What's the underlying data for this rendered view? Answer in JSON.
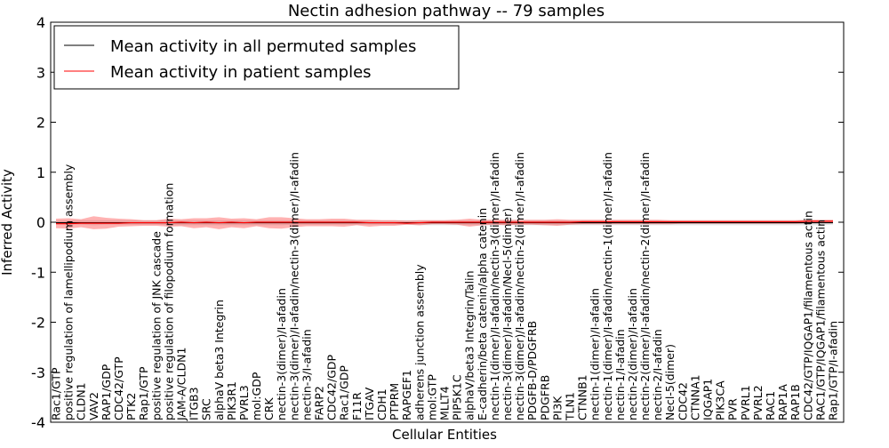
{
  "chart_data": {
    "type": "line",
    "title": "Nectin adhesion pathway -- 79 samples",
    "xlabel": "Cellular Entities",
    "ylabel": "Inferred Activity",
    "ylim": [
      -4,
      4
    ],
    "yticks": [
      "-4",
      "-3",
      "-2",
      "-1",
      "0",
      "1",
      "2",
      "3",
      "4"
    ],
    "grid": false,
    "legend_position": "top-left",
    "categories": [
      "Rac1/GTP",
      "positive regulation of lamellipodium assembly",
      "CLDN1",
      "VAV2",
      "RAP1/GDP",
      "CDC42/GTP",
      "PTK2",
      "Rap1/GTP",
      "positive regulation of JNK cascade",
      "positive regulation of filopodium formation",
      "JAM-A/CLDN1",
      "ITGB3",
      "SRC",
      "alphaV beta3 Integrin",
      "PIK3R1",
      "PVRL3",
      "mol:GDP",
      "CRK",
      "nectin-3(dimer)/I-afadin",
      "nectin-3(dimer)/I-afadin/nectin-3(dimer)/I-afadin",
      "nectin-3/I-afadin",
      "FARP2",
      "CDC42/GDP",
      "Rac1/GDP",
      "F11R",
      "ITGAV",
      "CDH1",
      "PTPRM",
      "RAPGEF1",
      "adherens junction assembly",
      "mol:GTP",
      "MLLT4",
      "PIP5K1C",
      "alphaV/beta3 Integrin/Talin",
      "E-cadherin/beta catenin/alpha catenin",
      "nectin-1(dimer)/I-afadin/nectin-3(dimer)/I-afadin",
      "nectin-3(dimer)/I-afadin/Necl-5(dimer)",
      "nectin-3(dimer)/I-afadin/nectin-2(dimer)/I-afadin",
      "PDGFB-D/PDGFRB",
      "PDGFRB",
      "PI3K",
      "TLN1",
      "CTNNB1",
      "nectin-1(dimer)/I-afadin",
      "nectin-1(dimer)/I-afadin/nectin-1(dimer)/I-afadin",
      "nectin-1/I-afadin",
      "nectin-2(dimer)/I-afadin",
      "nectin-2(dimer)/I-afadin/nectin-2(dimer)/I-afadin",
      "nectin-2/I-afadin",
      "Necl-5(dimer)",
      "CDC42",
      "CTNNA1",
      "IQGAP1",
      "PIK3CA",
      "PVR",
      "PVRL1",
      "PVRL2",
      "RAC1",
      "RAP1A",
      "RAP1B",
      "CDC42/GTP/IQGAP1/filamentous actin",
      "RAC1/GTP/IQGAP1/filamentous actin",
      "Rap1/GTP/I-afadin"
    ],
    "series": [
      {
        "name": "Mean activity in all permuted samples",
        "color": "#000000",
        "values": [
          -0.01,
          -0.01,
          -0.01,
          -0.01,
          -0.01,
          -0.01,
          -0.01,
          -0.01,
          -0.01,
          -0.01,
          -0.01,
          -0.01,
          -0.01,
          -0.01,
          -0.01,
          -0.01,
          -0.01,
          -0.01,
          -0.01,
          -0.01,
          -0.01,
          -0.01,
          -0.01,
          -0.01,
          -0.01,
          -0.01,
          -0.01,
          -0.01,
          -0.01,
          -0.01,
          -0.01,
          -0.01,
          -0.01,
          -0.01,
          -0.01,
          -0.01,
          -0.01,
          -0.01,
          -0.01,
          -0.01,
          -0.01,
          -0.01,
          -0.01,
          -0.01,
          -0.01,
          -0.01,
          -0.01,
          -0.01,
          -0.01,
          -0.01,
          -0.01,
          -0.01,
          -0.01,
          -0.01,
          -0.01,
          -0.01,
          -0.01,
          -0.01,
          -0.01,
          -0.01,
          -0.01,
          -0.01,
          -0.01
        ],
        "band_lower": [
          -0.04,
          -0.05,
          -0.05,
          -0.06,
          -0.05,
          -0.05,
          -0.05,
          -0.05,
          -0.05,
          -0.06,
          -0.06,
          -0.06,
          -0.06,
          -0.06,
          -0.06,
          -0.06,
          -0.06,
          -0.06,
          -0.06,
          -0.05,
          -0.05,
          -0.05,
          -0.05,
          -0.05,
          -0.05,
          -0.05,
          -0.05,
          -0.05,
          -0.05,
          -0.06,
          -0.06,
          -0.06,
          -0.06,
          -0.06,
          -0.06,
          -0.06,
          -0.06,
          -0.06,
          -0.06,
          -0.06,
          -0.06,
          -0.06,
          -0.06,
          -0.06,
          -0.06,
          -0.06,
          -0.06,
          -0.06,
          -0.06,
          -0.06,
          -0.06,
          -0.06,
          -0.06,
          -0.06,
          -0.06,
          -0.06,
          -0.06,
          -0.06,
          -0.06,
          -0.06,
          -0.06,
          -0.06,
          -0.05
        ],
        "band_upper": [
          0.03,
          0.04,
          0.04,
          0.04,
          0.04,
          0.04,
          0.04,
          0.04,
          0.04,
          0.04,
          0.04,
          0.04,
          0.04,
          0.04,
          0.04,
          0.04,
          0.04,
          0.04,
          0.04,
          0.04,
          0.04,
          0.04,
          0.04,
          0.04,
          0.04,
          0.04,
          0.04,
          0.04,
          0.04,
          0.04,
          0.04,
          0.04,
          0.04,
          0.04,
          0.04,
          0.04,
          0.04,
          0.04,
          0.04,
          0.04,
          0.04,
          0.04,
          0.04,
          0.04,
          0.04,
          0.04,
          0.04,
          0.04,
          0.04,
          0.04,
          0.04,
          0.04,
          0.04,
          0.04,
          0.04,
          0.04,
          0.04,
          0.04,
          0.04,
          0.04,
          0.04,
          0.04,
          0.04
        ]
      },
      {
        "name": "Mean activity in patient samples",
        "color": "#ff0000",
        "values": [
          -0.03,
          -0.03,
          -0.02,
          -0.02,
          -0.02,
          -0.02,
          -0.01,
          -0.01,
          -0.01,
          -0.01,
          0.0,
          -0.01,
          0.0,
          -0.01,
          0.0,
          -0.01,
          0.0,
          0.0,
          0.0,
          0.0,
          0.0,
          0.0,
          0.0,
          0.0,
          0.0,
          -0.01,
          -0.01,
          -0.01,
          -0.02,
          -0.01,
          0.0,
          0.0,
          0.0,
          0.0,
          0.0,
          0.0,
          0.0,
          0.0,
          0.0,
          0.0,
          0.0,
          0.0,
          0.01,
          0.01,
          0.01,
          0.01,
          0.01,
          0.01,
          0.01,
          0.01,
          0.01,
          0.01,
          0.01,
          0.01,
          0.01,
          0.01,
          0.01,
          0.01,
          0.01,
          0.01,
          0.02,
          0.02,
          0.02
        ],
        "band_lower": [
          -0.12,
          -0.13,
          -0.1,
          -0.14,
          -0.13,
          -0.09,
          -0.08,
          -0.07,
          -0.07,
          -0.09,
          -0.08,
          -0.12,
          -0.1,
          -0.14,
          -0.1,
          -0.12,
          -0.08,
          -0.12,
          -0.13,
          -0.1,
          -0.08,
          -0.08,
          -0.08,
          -0.09,
          -0.06,
          -0.09,
          -0.07,
          -0.07,
          -0.05,
          -0.06,
          -0.04,
          -0.04,
          -0.05,
          -0.09,
          -0.06,
          -0.05,
          -0.06,
          -0.05,
          -0.05,
          -0.06,
          -0.07,
          -0.05,
          -0.04,
          -0.04,
          -0.04,
          -0.04,
          -0.04,
          -0.04,
          -0.04,
          -0.04,
          -0.03,
          -0.03,
          -0.03,
          -0.03,
          -0.03,
          -0.03,
          -0.03,
          -0.03,
          -0.03,
          -0.03,
          -0.02,
          -0.02,
          -0.02
        ],
        "band_upper": [
          0.07,
          0.08,
          0.06,
          0.12,
          0.09,
          0.07,
          0.06,
          0.04,
          0.04,
          0.07,
          0.06,
          0.08,
          0.08,
          0.1,
          0.07,
          0.08,
          0.06,
          0.1,
          0.1,
          0.08,
          0.06,
          0.06,
          0.07,
          0.07,
          0.05,
          0.05,
          0.04,
          0.04,
          0.03,
          0.04,
          0.04,
          0.04,
          0.05,
          0.07,
          0.05,
          0.05,
          0.05,
          0.05,
          0.05,
          0.05,
          0.06,
          0.05,
          0.05,
          0.05,
          0.05,
          0.05,
          0.05,
          0.05,
          0.05,
          0.04,
          0.04,
          0.04,
          0.04,
          0.04,
          0.04,
          0.04,
          0.04,
          0.04,
          0.04,
          0.04,
          0.05,
          0.05,
          0.05
        ]
      }
    ]
  }
}
